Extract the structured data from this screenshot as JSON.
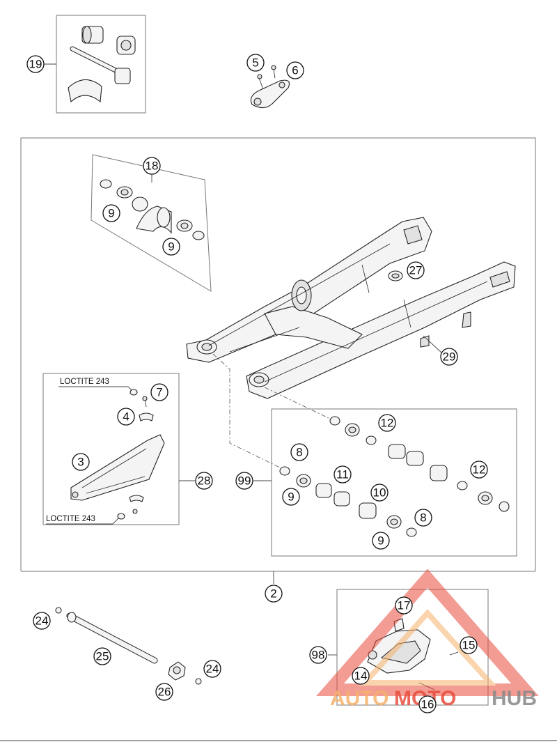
{
  "callouts": {
    "c2": "2",
    "c3": "3",
    "c4": "4",
    "c5": "5",
    "c6": "6",
    "c7": "7",
    "c8a": "8",
    "c8b": "8",
    "c9a": "9",
    "c9b": "9",
    "c9c": "9",
    "c9d": "9",
    "c10": "10",
    "c11": "11",
    "c12a": "12",
    "c12b": "12",
    "c14": "14",
    "c15": "15",
    "c16": "16",
    "c17": "17",
    "c18": "18",
    "c19": "19",
    "c24a": "24",
    "c24b": "24",
    "c25": "25",
    "c26": "26",
    "c27": "27",
    "c28": "28",
    "c29": "29",
    "c98": "98",
    "c99": "99"
  },
  "notes": {
    "loctite_top": "LOCTITE 243",
    "loctite_bottom": "LOCTITE 243"
  },
  "watermark": {
    "part1": "AUTO",
    "part2": "MOTO",
    "part3": "HUB",
    "color_orange": "#f6b26b",
    "color_red": "#e84c3d",
    "color_gray": "#888888"
  }
}
